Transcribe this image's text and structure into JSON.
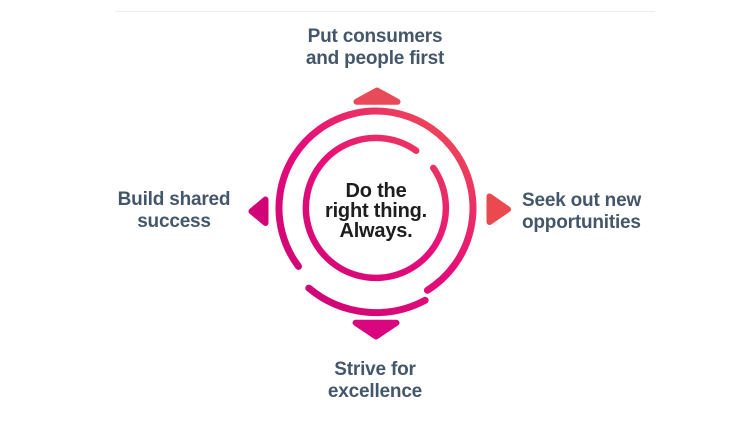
{
  "page": {
    "background": "#ffffff",
    "top_border_color": "#ededed"
  },
  "diagram": {
    "center_text": {
      "line1": "Do the",
      "line2": "right thing.",
      "line3": "Always."
    },
    "labels": {
      "top": {
        "line1": "Put consumers",
        "line2": "and people first"
      },
      "right": {
        "line1": "Seek out new",
        "line2": "opportunities"
      },
      "bottom": {
        "line1": "Strive for",
        "line2": "excellence"
      },
      "left": {
        "line1": "Build shared",
        "line2": "success"
      }
    },
    "colors": {
      "ring_gradient_start": "#cb0575",
      "ring_gradient_mid": "#e60d7a",
      "ring_gradient_end": "#ef5450",
      "arrow_up": "#e84a5a",
      "arrow_right": "#ea4a4f",
      "arrow_down": "#d9067f",
      "arrow_left": "#d10378",
      "label_text": "#44576a",
      "center_text": "#1d1d1f"
    }
  }
}
